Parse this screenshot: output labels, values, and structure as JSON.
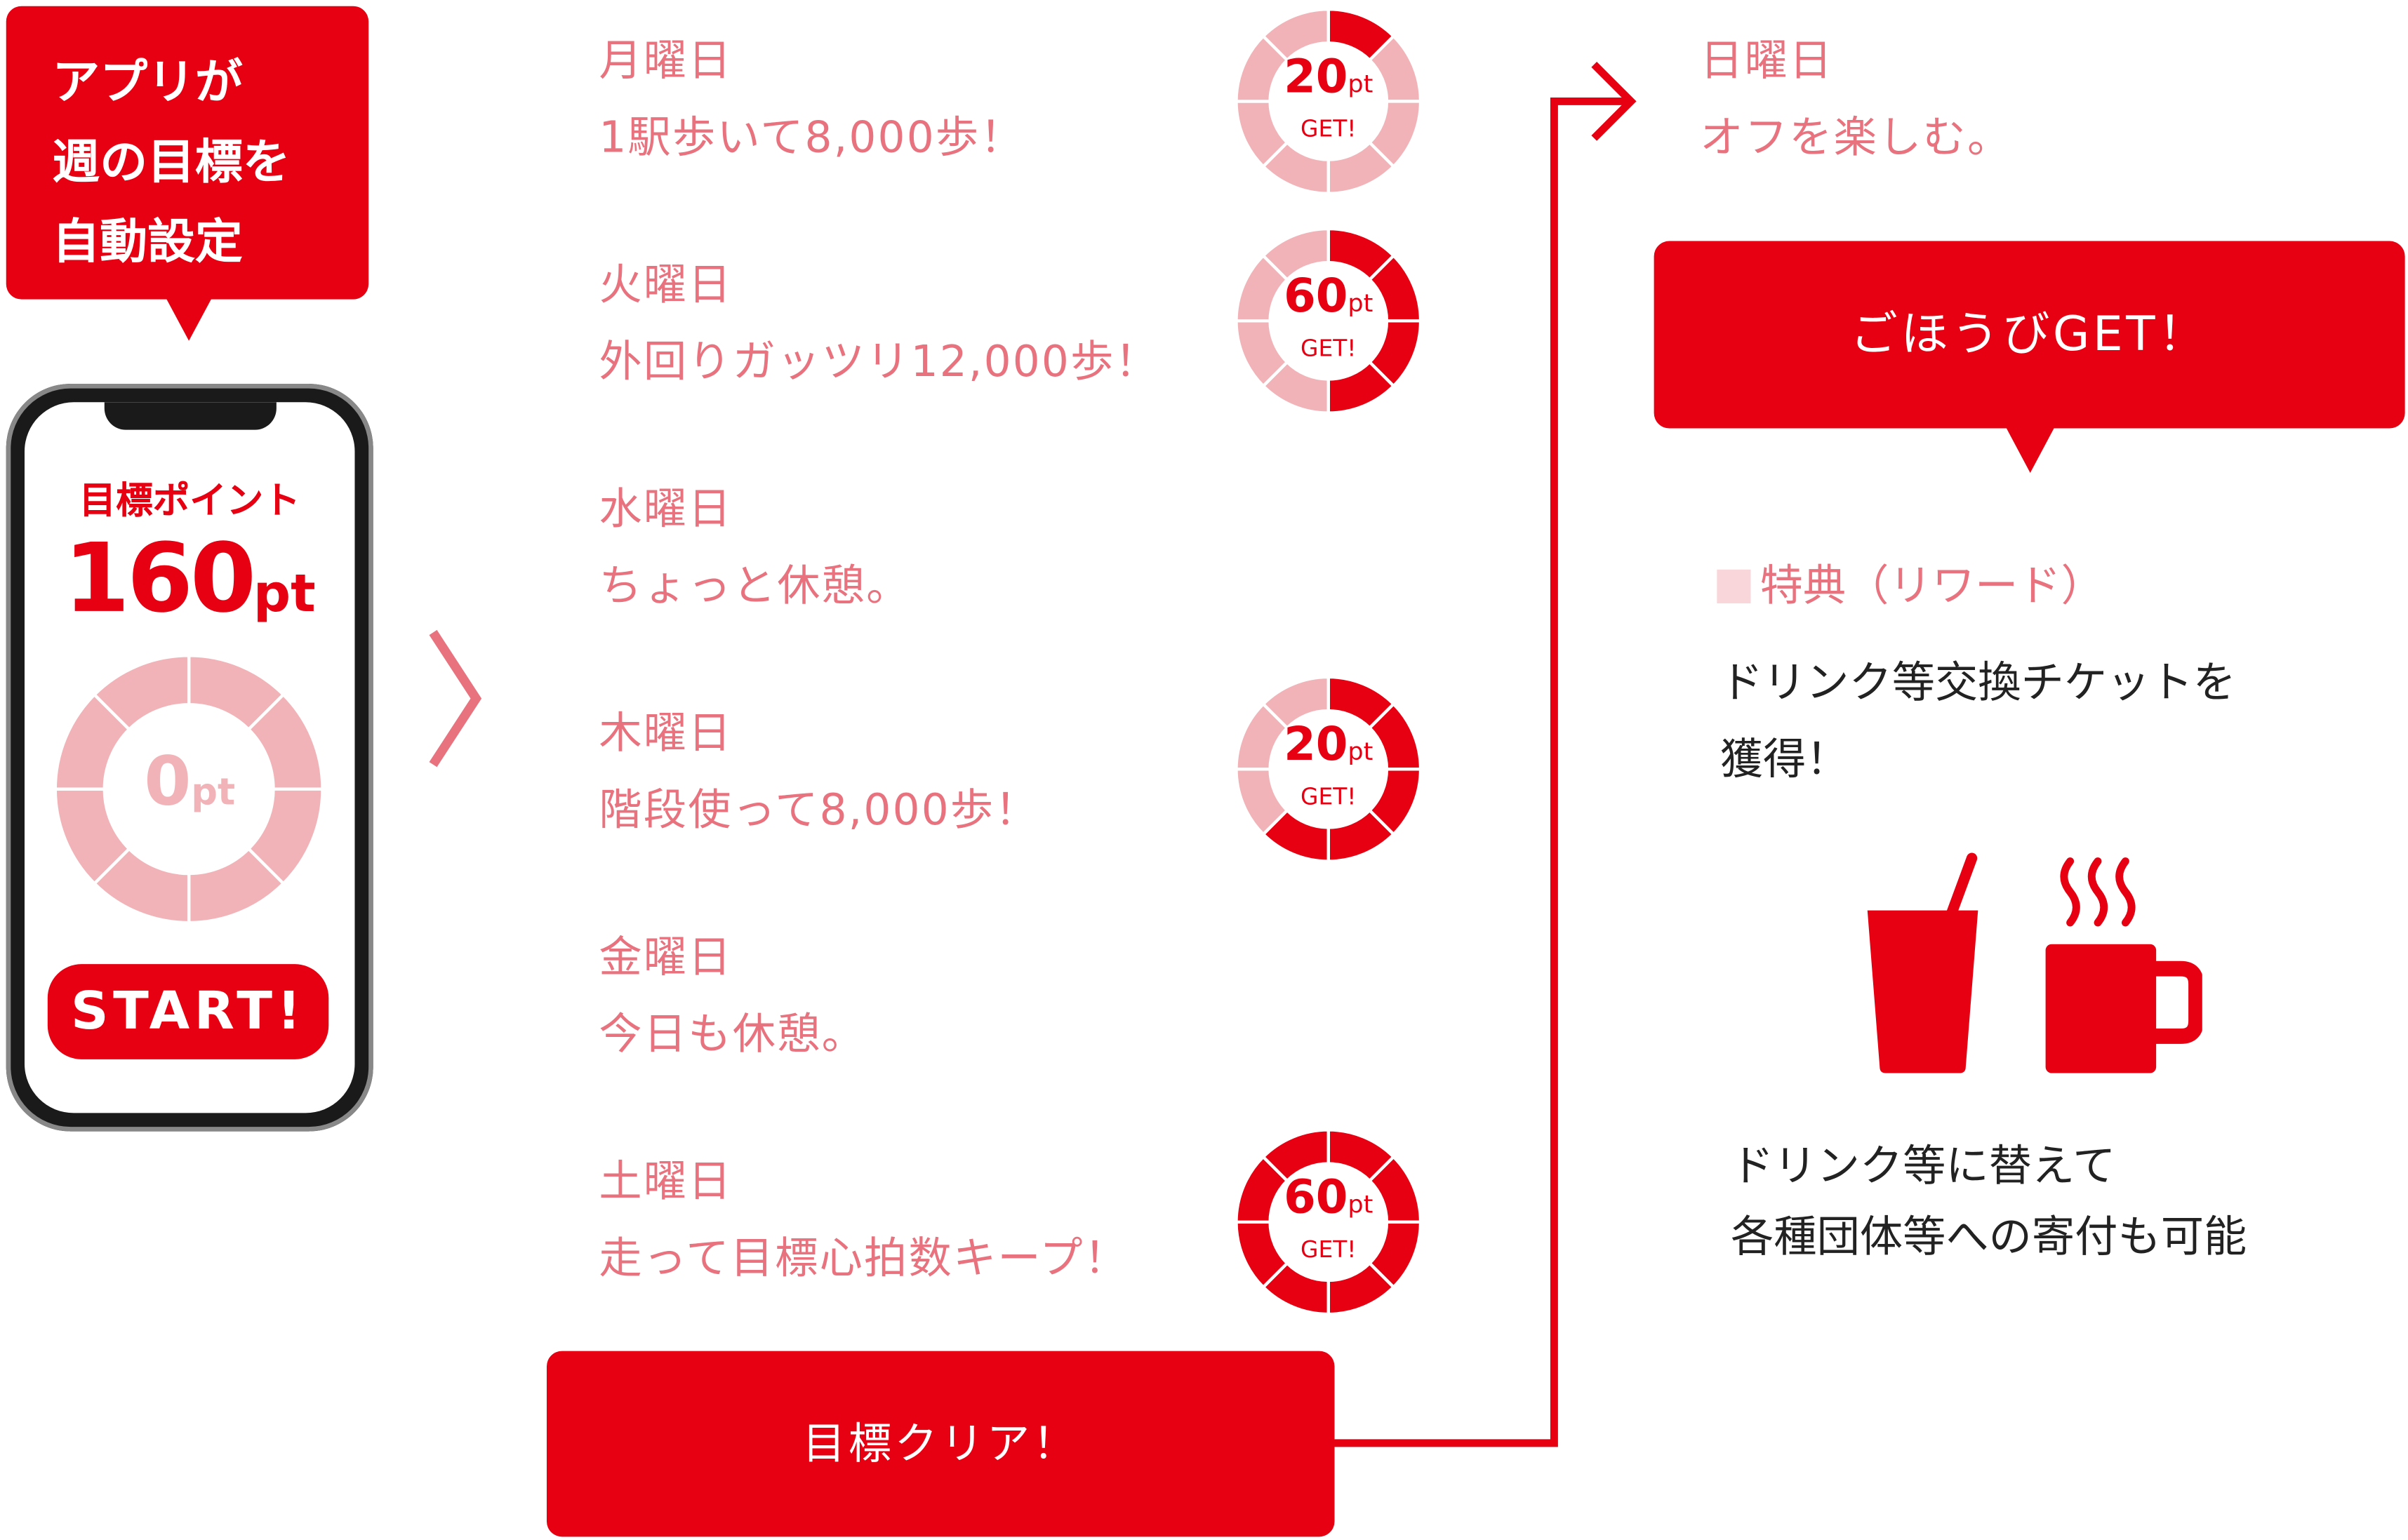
{
  "colors": {
    "accent": "#e60012",
    "light": "#f2b3b8",
    "text_pink": "#e8737f"
  },
  "intro_bubble": {
    "lines": [
      "アプリが",
      "週の目標を",
      "自動設定"
    ]
  },
  "phone": {
    "title": "目標ポイント",
    "target_value": "160",
    "target_unit": "pt",
    "current_value": "0",
    "current_unit": "pt",
    "progress": 0,
    "start_button": "START!"
  },
  "days": [
    {
      "day": "月曜日",
      "text": "1駅歩いて8,000歩！",
      "points": "20",
      "unit": "pt",
      "get": "GET!",
      "progress": 0.125
    },
    {
      "day": "火曜日",
      "text": "外回りガッツリ12,000歩！",
      "points": "60",
      "unit": "pt",
      "get": "GET!",
      "progress": 0.5
    },
    {
      "day": "水曜日",
      "text": "ちょっと休憩。"
    },
    {
      "day": "木曜日",
      "text": "階段使って8,000歩！",
      "points": "20",
      "unit": "pt",
      "get": "GET!",
      "progress": 0.625
    },
    {
      "day": "金曜日",
      "text": "今日も休憩。"
    },
    {
      "day": "土曜日",
      "text": "走って目標心拍数キープ！",
      "points": "60",
      "unit": "pt",
      "get": "GET!",
      "progress": 1.0
    }
  ],
  "clear_button": "目標クリア！",
  "sunday": {
    "day": "日曜日",
    "text": "オフを楽しむ。"
  },
  "reward_bubble": "ごほうびGET！",
  "reward": {
    "heading": "特典（リワード）",
    "description_lines": [
      "ドリンク等交換チケットを",
      "獲得！"
    ],
    "icons": [
      "cold-drink-icon",
      "hot-coffee-mug-icon"
    ],
    "footer_lines": [
      "ドリンク等に替えて",
      "各種団体等への寄付も可能"
    ]
  }
}
